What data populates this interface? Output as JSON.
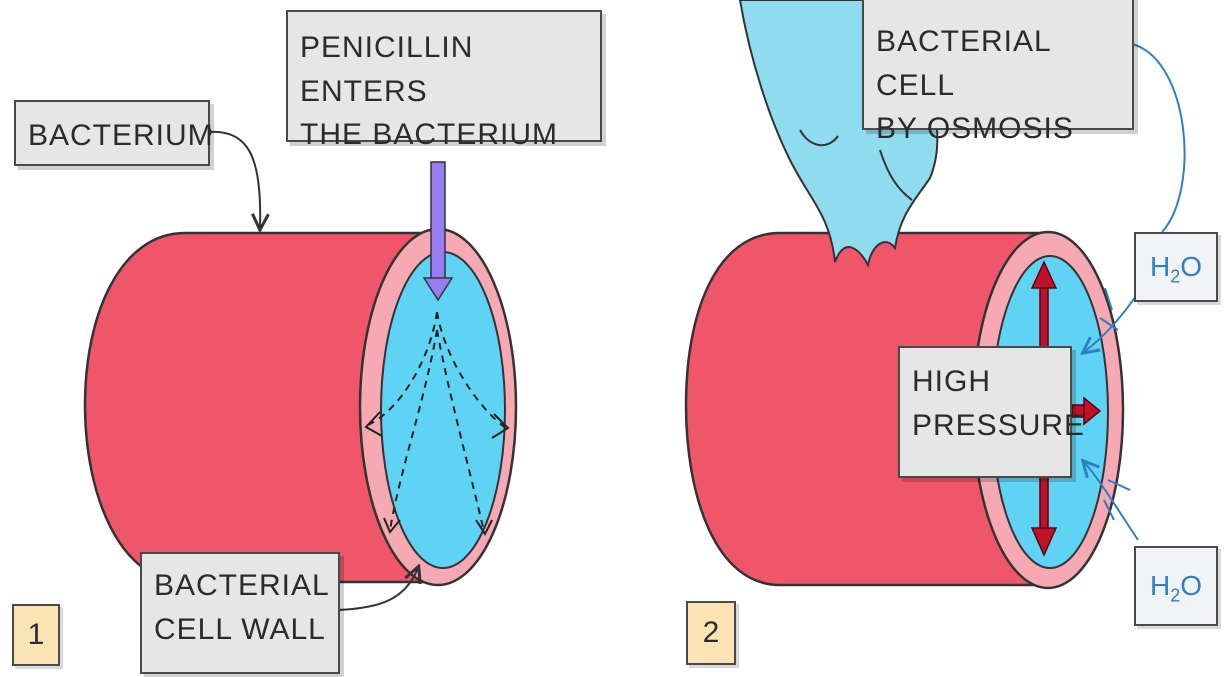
{
  "panel1": {
    "number": "1",
    "bacterium_label": "BACTERIUM",
    "penicillin_label": "PENICILLIN ENTERS\nTHE BACTERIUM",
    "cell_wall_label": "BACTERIAL\nCELL WALL"
  },
  "panel2": {
    "number": "2",
    "water_label": "BACTERIAL CELL\nBY OSMOSIS",
    "pressure_label": "HIGH\nPRESSURE",
    "h2o_top": {
      "main": "H",
      "sub": "2",
      "end": "O"
    },
    "h2o_bottom": {
      "main": "H",
      "sub": "2",
      "end": "O"
    }
  },
  "colors": {
    "cell_red": "#f0566a",
    "wall_pink": "#f7a9b3",
    "cytoplasm_blue": "#5ed3f3",
    "penicillin_arrow": "#9a7cf2",
    "pressure_arrow": "#c0102a",
    "water_blue": "#8fdcef",
    "water_arrow": "#2e7fc4"
  }
}
